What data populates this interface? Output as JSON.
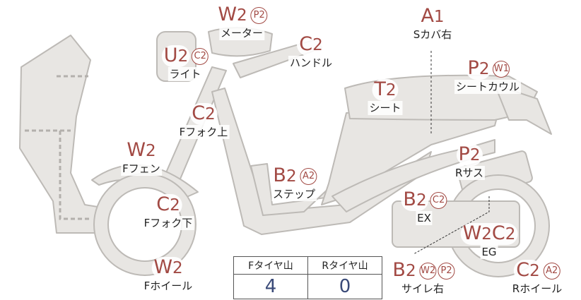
{
  "parts": [
    {
      "id": "meter",
      "grade": "W2",
      "subs": [
        "P2"
      ],
      "label": "メーター"
    },
    {
      "id": "handle",
      "grade": "C2",
      "subs": [],
      "label": "ハンドル"
    },
    {
      "id": "light",
      "grade": "U2",
      "subs": [
        "C2"
      ],
      "label": "ライト"
    },
    {
      "id": "fork-upper",
      "grade": "C2",
      "subs": [],
      "label": "Fフォク上"
    },
    {
      "id": "fender",
      "grade": "W2",
      "subs": [],
      "label": "Fフェン"
    },
    {
      "id": "fork-lower",
      "grade": "C2",
      "subs": [],
      "label": "Fフォク下"
    },
    {
      "id": "front-wheel",
      "grade": "W2",
      "subs": [],
      "label": "Fホイール"
    },
    {
      "id": "step",
      "grade": "B2",
      "subs": [
        "A2"
      ],
      "label": "ステップ"
    },
    {
      "id": "side-cover-right",
      "grade": "A1",
      "subs": [],
      "label": "Sカバ右"
    },
    {
      "id": "seat-cowl",
      "grade": "P2",
      "subs": [
        "W1"
      ],
      "label": "シートカウル"
    },
    {
      "id": "seat",
      "grade": "T2",
      "subs": [],
      "label": "シート"
    },
    {
      "id": "rear-suspension",
      "grade": "P2",
      "subs": [],
      "label": "Rサス"
    },
    {
      "id": "exhaust",
      "grade": "B2",
      "subs": [
        "C2"
      ],
      "label": "EX"
    },
    {
      "id": "engine",
      "grade": "W2C2",
      "subs": [],
      "label": "EG"
    },
    {
      "id": "muffler-right",
      "grade": "B2",
      "subs": [
        "W2",
        "P2"
      ],
      "label": "サイレ右"
    },
    {
      "id": "rear-wheel",
      "grade": "C2",
      "subs": [
        "A2"
      ],
      "label": "Rホイール"
    }
  ],
  "tires": {
    "front_header": "Fタイヤ山",
    "rear_header": "Rタイヤ山",
    "front_value": "4",
    "rear_value": "0"
  }
}
